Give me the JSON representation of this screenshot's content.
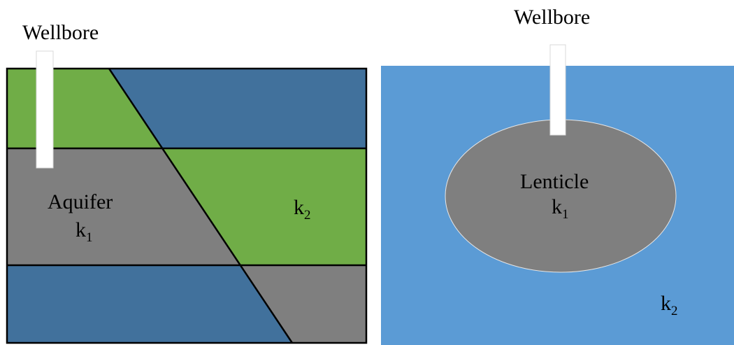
{
  "colors": {
    "green": "#70ad47",
    "dark_blue": "#41719c",
    "gray": "#7f7f7f",
    "light_blue": "#5b9bd5",
    "outline": "#000000",
    "wellbore": "#ffffff"
  },
  "left_panel": {
    "wellbore_label": "Wellbore",
    "aquifer_label": "Aquifer",
    "aquifer_k": {
      "base": "k",
      "subscript": "1"
    },
    "right_k": {
      "base": "k",
      "subscript": "2"
    }
  },
  "right_panel": {
    "wellbore_label": "Wellbore",
    "lenticle_label": "Lenticle",
    "lenticle_k": {
      "base": "k",
      "subscript": "1"
    },
    "matrix_k": {
      "base": "k",
      "subscript": "2"
    }
  }
}
